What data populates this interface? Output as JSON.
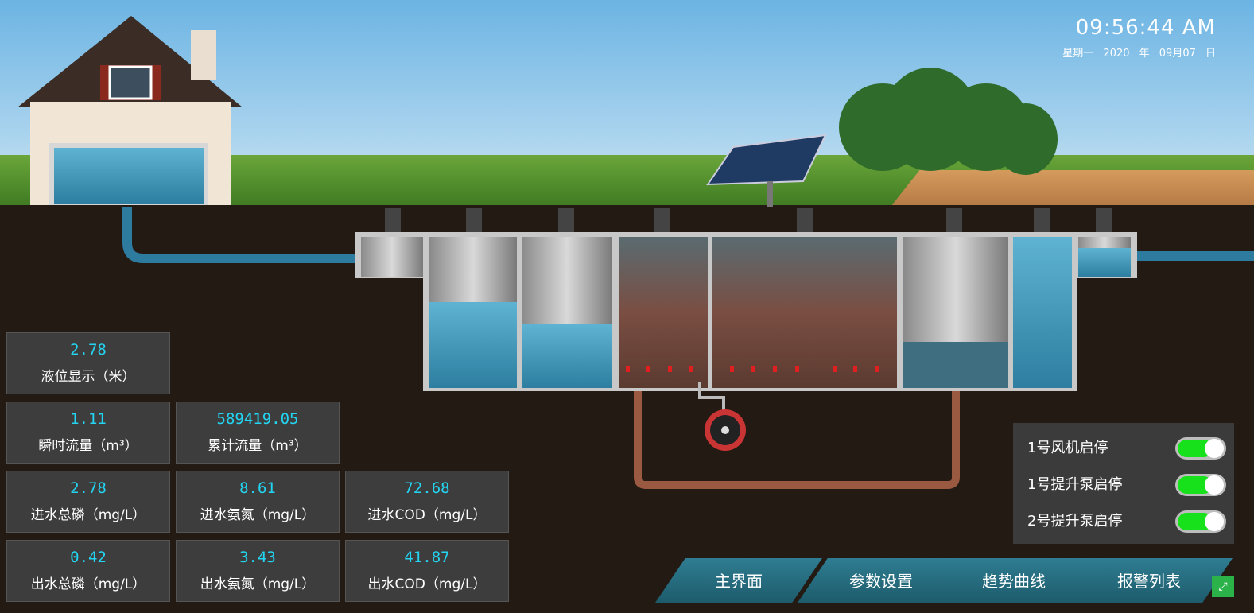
{
  "clock": {
    "time": "09:56:44 AM",
    "weekday": "星期一",
    "date": "2020 年 09月07 日"
  },
  "metrics": [
    {
      "value": "2.78",
      "label": "液位显示（米）"
    },
    {
      "value": "1.11",
      "label": "瞬时流量（m³）"
    },
    {
      "value": "589419.05",
      "label": "累计流量（m³）"
    },
    {
      "value": "2.78",
      "label": "进水总磷（mg/L）"
    },
    {
      "value": "8.61",
      "label": "进水氨氮（mg/L）"
    },
    {
      "value": "72.68",
      "label": "进水COD（mg/L）"
    },
    {
      "value": "0.42",
      "label": "出水总磷（mg/L）"
    },
    {
      "value": "3.43",
      "label": "出水氨氮（mg/L）"
    },
    {
      "value": "41.87",
      "label": "出水COD（mg/L）"
    }
  ],
  "switches": [
    {
      "label": "1号风机启停",
      "on": true
    },
    {
      "label": "1号提升泵启停",
      "on": true
    },
    {
      "label": "2号提升泵启停",
      "on": true
    }
  ],
  "nav": [
    "主界面",
    "参数设置",
    "趋势曲线",
    "报警列表"
  ],
  "icons": {
    "expand": "expand-icon",
    "blower": "blower-fan-icon",
    "solar": "solar-panel-icon"
  },
  "colors": {
    "value_cyan": "#23d5f2",
    "toggle_on": "#16e11a",
    "nav_blue": "#2f7d92",
    "water": "#3f9fc2"
  }
}
